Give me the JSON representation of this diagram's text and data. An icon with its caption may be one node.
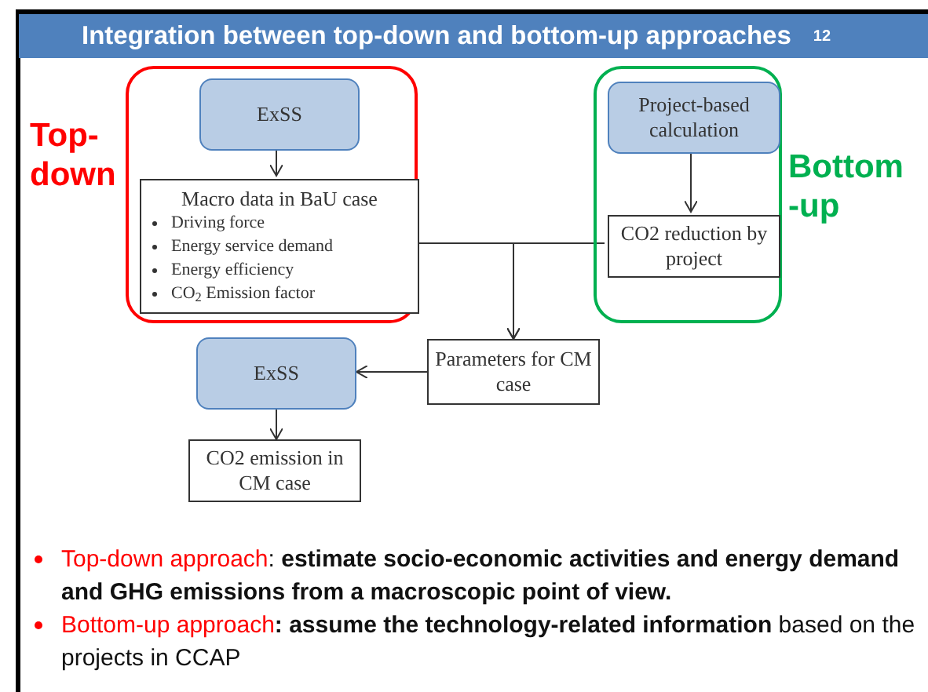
{
  "diagram": {
    "title": "Integration between top-down and bottom-up approaches",
    "nodes": [
      {
        "text": [
          "Top-down"
        ]
      },
      {
        "text": [
          "ExSS"
        ],
        "in": 0
      },
      {
        "text": [
          "Macro data in BaU case",
          "Driving force",
          "Energy service demand",
          "Energy efficiency",
          "CO$_{2}$ Emission factor"
        ],
        "in": 0
      },
      {
        "text": [
          "Bottom -up"
        ]
      },
      {
        "text": [
          "Project-based calculation"
        ],
        "in": 3
      },
      {
        "text": [
          "CO2 reduction by project"
        ],
        "in": 3
      },
      {
        "text": [
          "Parameters for CM case"
        ]
      },
      {
        "text": [
          "ExSS"
        ]
      },
      {
        "text": [
          "CO2 emission in CM case"
        ]
      }
    ],
    "edges": [
      {
        "from": 1,
        "to": 2,
        "arrow": "to"
      },
      {
        "from": 4,
        "to": 5,
        "arrow": "to"
      },
      {
        "from": 2,
        "to": 6,
        "arrow": "to"
      },
      {
        "from": 5,
        "to": 6,
        "arrow": "to"
      },
      {
        "from": 6,
        "to": 7,
        "arrow": "to"
      },
      {
        "from": 7,
        "to": 8,
        "arrow": "to"
      }
    ],
    "labels": [
      "12",
      "Top-down approach",
      ": **estimate socio-economic activities and energy demand and GHG emissions from a macroscopic point of view.**",
      "Bottom-up approach",
      "**: assume the technology-related information** based on the projects in CCAP"
    ]
  }
}
